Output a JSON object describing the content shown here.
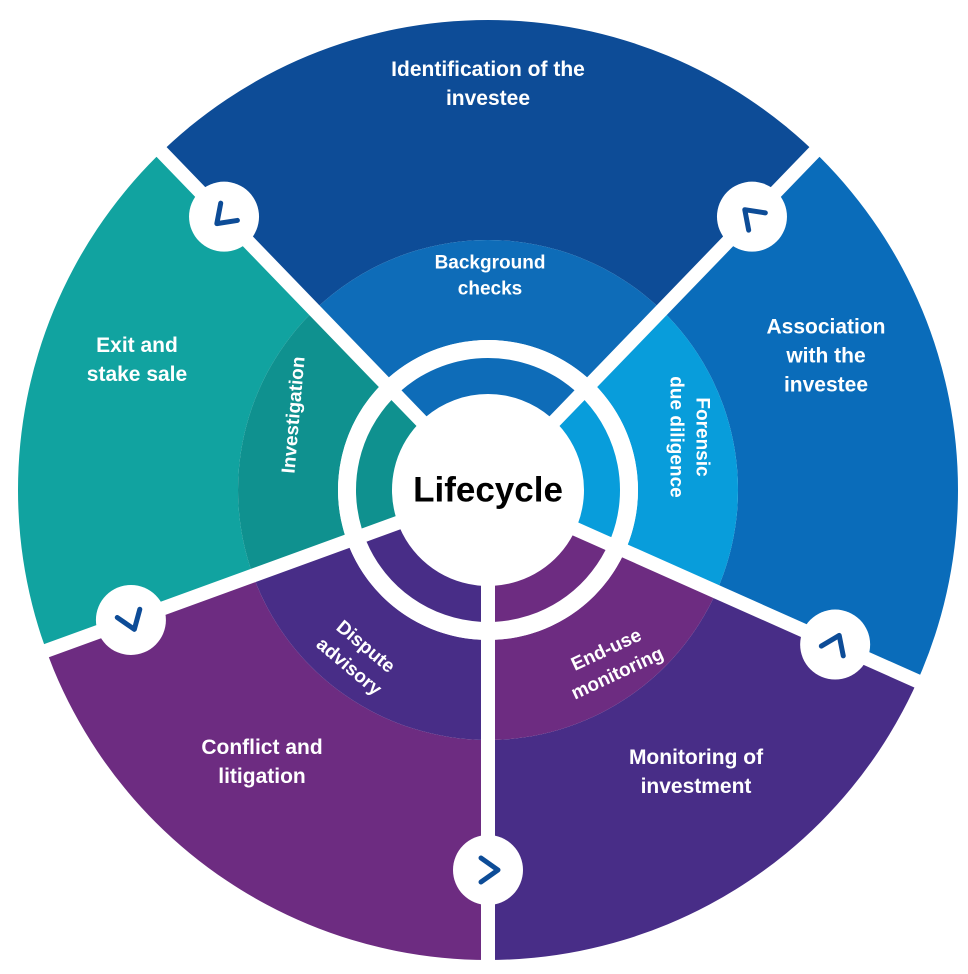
{
  "center": {
    "label": "Lifecycle"
  },
  "outer_segments": [
    {
      "id": "identification",
      "lines": [
        "Identification of the",
        "investee"
      ],
      "color": "#0d4c97"
    },
    {
      "id": "association",
      "lines": [
        "Association",
        "with the",
        "investee"
      ],
      "color": "#0a6cba"
    },
    {
      "id": "monitoring",
      "lines": [
        "Monitoring of",
        "investment"
      ],
      "color": "#482d87"
    },
    {
      "id": "conflict",
      "lines": [
        "Conflict and",
        "litigation"
      ],
      "color": "#6d2c81"
    },
    {
      "id": "exit",
      "lines": [
        "Exit and",
        "stake sale"
      ],
      "color": "#11a3a0"
    }
  ],
  "middle_segments": [
    {
      "id": "background",
      "lines": [
        "Background",
        "checks"
      ],
      "color": "#0e6cb8"
    },
    {
      "id": "forensic",
      "lines": [
        "Forensic",
        "due diligence"
      ],
      "color": "#089ddb"
    },
    {
      "id": "end-use",
      "lines": [
        "End-use",
        "monitoring"
      ],
      "color": "#6d2c81"
    },
    {
      "id": "dispute",
      "lines": [
        "Dispute",
        "advisory"
      ],
      "color": "#482d87"
    },
    {
      "id": "investigation",
      "lines": [
        "Investigation"
      ],
      "color": "#0f918f"
    }
  ],
  "arrow_color": "#0d4c97",
  "arrow_icon": "chevron-arrow-icon"
}
